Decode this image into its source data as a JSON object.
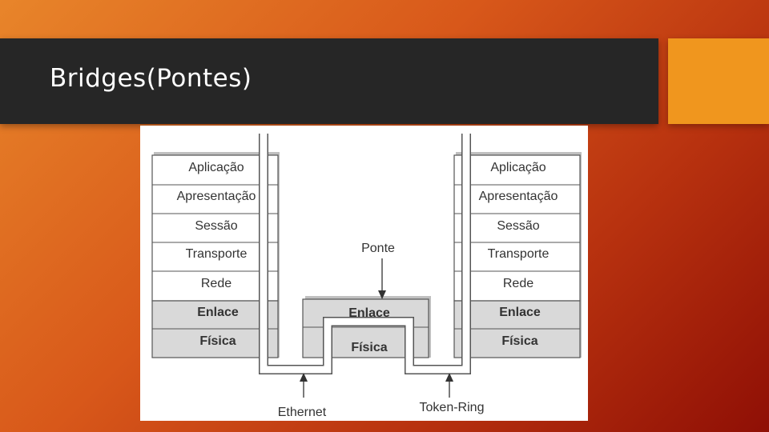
{
  "slide": {
    "title": "Bridges(Pontes)"
  },
  "diagram": {
    "left_stack": {
      "layers": [
        "Aplicação",
        "Apresentação",
        "Sessão",
        "Transporte",
        "Rede",
        "Enlace",
        "Física"
      ]
    },
    "right_stack": {
      "layers": [
        "Aplicação",
        "Apresentação",
        "Sessão",
        "Transporte",
        "Rede",
        "Enlace",
        "Física"
      ]
    },
    "bridge": {
      "label": "Ponte",
      "layers": [
        "Enlace",
        "Física"
      ]
    },
    "networks": {
      "left": "Ethernet",
      "right": "Token-Ring"
    }
  },
  "colors": {
    "title_bar": "#262626",
    "accent": "#f0961e",
    "shaded_layer": "#d9d9d9"
  }
}
